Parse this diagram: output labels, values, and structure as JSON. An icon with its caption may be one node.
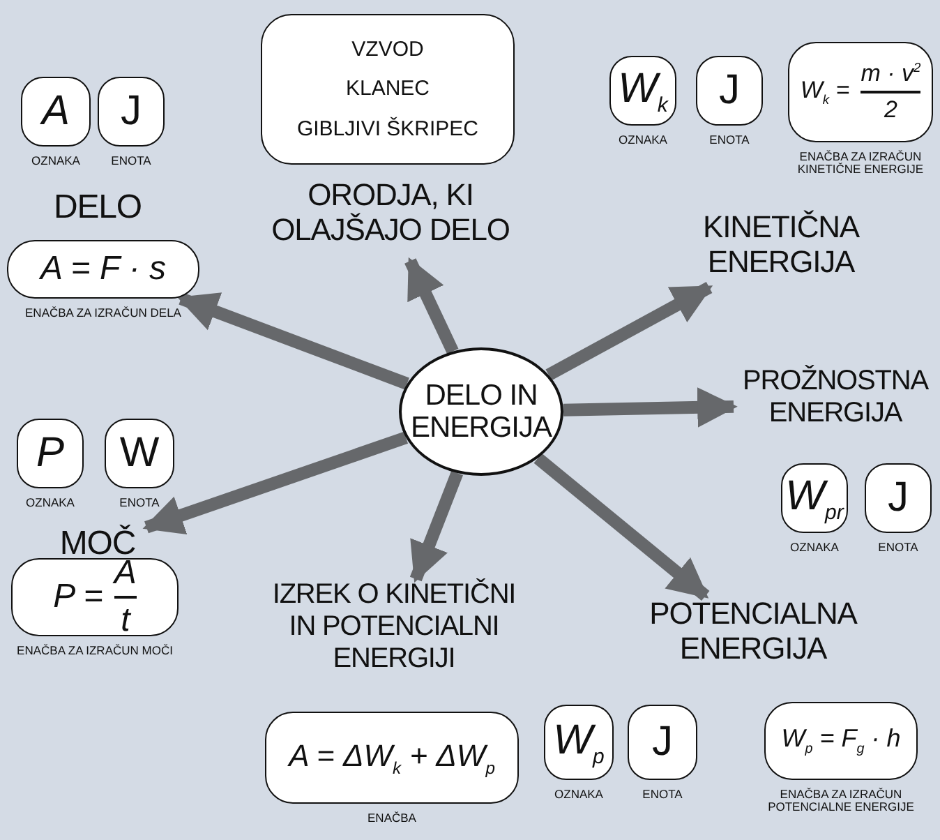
{
  "diagram": {
    "nodes": [
      {
        "text": [
          "DELO IN ENERGIJA"
        ]
      },
      {
        "text": [
          "A"
        ],
        "beside": [
          "OZNAKA"
        ]
      },
      {
        "text": [
          "J"
        ],
        "beside": [
          "ENOTA"
        ]
      },
      {
        "text": [
          "DELO"
        ]
      },
      {
        "text": [
          "A = F · s"
        ],
        "beside": [
          "ENAČBA ZA IZRAČUN DELA"
        ]
      },
      {
        "text": [
          "VZVOD",
          "KLANEC",
          "GIBLJIVI ŠKRIPEC"
        ]
      },
      {
        "text": [
          "ORODJA, KI OLAJŠAJO DELO"
        ]
      },
      {
        "text": [
          "W$_{k}$"
        ],
        "beside": [
          "OZNAKA"
        ]
      },
      {
        "text": [
          "J"
        ],
        "beside": [
          "ENOTA"
        ]
      },
      {
        "text": [
          "W$_{k}$ =",
          "m · v$^{2}$",
          "2"
        ],
        "beside": [
          "ENAČBA ZA IZRAČUN KINETIČNE ENERGIJE"
        ]
      },
      {
        "text": [
          "KINETIČNA ENERGIJA"
        ]
      },
      {
        "text": [
          "PROŽNOSTNA ENERGIJA"
        ]
      },
      {
        "text": [
          "W$_{pr}$"
        ],
        "beside": [
          "OZNAKA"
        ]
      },
      {
        "text": [
          "J"
        ],
        "beside": [
          "ENOTA"
        ]
      },
      {
        "text": [
          "P"
        ],
        "beside": [
          "OZNAKA"
        ]
      },
      {
        "text": [
          "W"
        ],
        "beside": [
          "ENOTA"
        ]
      },
      {
        "text": [
          "MOČ"
        ]
      },
      {
        "text": [
          "P =",
          "A",
          "t"
        ],
        "beside": [
          "ENAČBA ZA IZRAČUN MOČI"
        ]
      },
      {
        "text": [
          "IZREK O KINETIČNI IN POTENCIALNI ENERGIJI"
        ]
      },
      {
        "text": [
          "A = ΔW$_{k}$ + ΔW$_{p}$"
        ],
        "beside": [
          "ENAČBA"
        ]
      },
      {
        "text": [
          "POTENCIALNA ENERGIJA"
        ]
      },
      {
        "text": [
          "W$_{p}$"
        ],
        "beside": [
          "OZNAKA"
        ]
      },
      {
        "text": [
          "J"
        ],
        "beside": [
          "ENOTA"
        ]
      },
      {
        "text": [
          "W$_{p}$ = F$_{g}$ · h"
        ],
        "beside": [
          "ENAČBA ZA IZRAČUN POTENCIALNE ENERGIJE"
        ]
      }
    ],
    "edges": [
      {
        "from": 0,
        "to": 4,
        "arrow": "to"
      },
      {
        "from": 0,
        "to": 6,
        "arrow": "to"
      },
      {
        "from": 0,
        "to": 10,
        "arrow": "to"
      },
      {
        "from": 0,
        "to": 11,
        "arrow": "to"
      },
      {
        "from": 0,
        "to": 20,
        "arrow": "to"
      },
      {
        "from": 0,
        "to": 18,
        "arrow": "to"
      },
      {
        "from": 0,
        "to": 16,
        "arrow": "to"
      }
    ]
  }
}
